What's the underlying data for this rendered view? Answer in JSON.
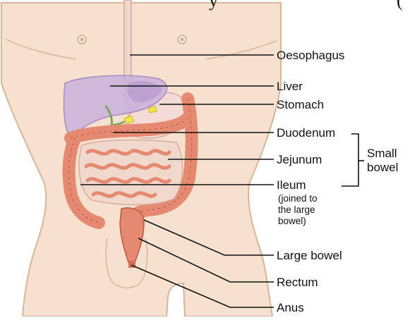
{
  "header_fragments": {
    "left": "y",
    "right": "("
  },
  "labels": {
    "oesophagus": "Oesophagus",
    "liver": "Liver",
    "stomach": "Stomach",
    "duodenum": "Duodenum",
    "jejunum": "Jejunum",
    "ileum": "Ileum",
    "ileum_note": [
      "(joined to",
      "the large",
      "bowel)"
    ],
    "large_bowel": "Large bowel",
    "rectum": "Rectum",
    "anus": "Anus"
  },
  "group_label": {
    "small_bowel": [
      "Small",
      "bowel"
    ]
  },
  "colors": {
    "skin": "#f6e1cf",
    "skin_outline": "#d8b59b",
    "liver": "#c8b0dc",
    "gall_duct": "#78a860",
    "gall_yellow": "#f2e44a",
    "stomach": "#f3dcd8",
    "bowel": "#e58a70",
    "bowel_outline": "#b65a45",
    "small_bowel": "#f0d8cc",
    "leader": "#111111"
  }
}
